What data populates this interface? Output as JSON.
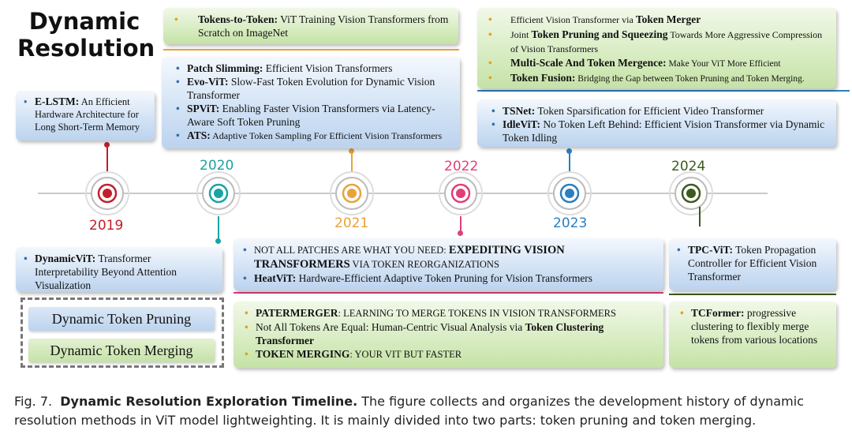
{
  "title": "Dynamic Resolution",
  "years": [
    "2019",
    "2020",
    "2021",
    "2022",
    "2023",
    "2024"
  ],
  "boxes": {
    "top_2020_green": [
      {
        "bold": "Tokens-to-Token:",
        "text": " ViT Training Vision Transformers from Scratch on ImageNet"
      }
    ],
    "top_2020_blue": [
      {
        "bold": "Patch Slimming:",
        "text": "  Efficient Vision Transformers"
      },
      {
        "bold": "Evo-ViT:",
        "text": " Slow-Fast Token Evolution for Dynamic Vision Transformer"
      },
      {
        "bold": "SPViT:",
        "text": " Enabling Faster Vision Transformers via Latency-Aware Soft Token Pruning"
      },
      {
        "bold": "ATS:",
        "text": " Adaptive Token Sampling For Efficient Vision Transformers"
      }
    ],
    "top_2019_blue": [
      {
        "bold": "E-LSTM:",
        "text": " An Efficient Hardware Architecture for Long Short-Term Memory"
      }
    ],
    "top_2023_green": [
      {
        "pre": "Efficient Vision Transformer via ",
        "bold": "Token Merger",
        "text": ""
      },
      {
        "pre": "Joint ",
        "bold": "Token Pruning and Squeezing",
        "text": " Towards More Aggressive Compression of Vision Transformers"
      },
      {
        "pre": "",
        "bold": "Multi-Scale And Token Mergence:",
        "text": " Make Your ViT More Efficient"
      },
      {
        "pre": "",
        "bold": "Token Fusion:",
        "text": " Bridging the Gap between Token Pruning and Token Merging."
      }
    ],
    "top_2023_blue": [
      {
        "bold": "TSNet:",
        "text": " Token Sparsification for Efficient Video Transformer"
      },
      {
        "bold": "IdleViT:",
        "text": " No Token Left Behind: Efficient Vision Transformer via Dynamic Token Idling"
      }
    ],
    "bottom_2020_blue": [
      {
        "bold": "DynamicViT:",
        "text": " Transformer Interpretability Beyond Attention Visualization"
      }
    ],
    "bottom_2022_blue": [
      {
        "pre": "NOT ALL PATCHES ARE WHAT YOU NEED: ",
        "bold": "EXPEDITING VISION TRANSFORMERS",
        "text": " VIA TOKEN REORGANIZATIONS"
      },
      {
        "pre": "",
        "bold": "HeatViT:",
        "text": " Hardware-Efficient Adaptive Token Pruning for Vision Transformers"
      }
    ],
    "bottom_2022_green": [
      {
        "pre": "",
        "bold": "PATERMERGER",
        "text": ": LEARNING TO MERGE TOKENS IN VISION TRANSFORMERS"
      },
      {
        "pre": "Not All Tokens Are Equal: Human-Centric Visual Analysis via ",
        "bold": "Token Clustering Transformer",
        "text": ""
      },
      {
        "pre": "",
        "bold": "TOKEN MERGING",
        "text": ": YOUR VIT BUT FASTER"
      }
    ],
    "bottom_2024_blue": [
      {
        "bold": "TPC-ViT:",
        "text": " Token Propagation Controller for Efficient Vision Transformer"
      }
    ],
    "bottom_2024_green": [
      {
        "bold": "TCFormer:",
        "text": " progressive clustering to flexibly merge tokens from various locations"
      }
    ]
  },
  "legend": {
    "pruning": "Dynamic Token Pruning",
    "merging": "Dynamic Token Merging"
  },
  "caption": {
    "fig": "Fig. 7.",
    "title": "Dynamic Resolution Exploration Timeline.",
    "text": " The figure collects and organizes the development history of dynamic resolution methods in ViT model lightweighting. It is mainly divided into two parts: token pruning and token merging."
  },
  "colors": {
    "2019": "#c0202a",
    "2020": "#1aa3a3",
    "2021": "#e8a33a",
    "2022": "#e0407a",
    "2023": "#2a7fc0",
    "2024": "#3d5a1e",
    "pruning_bg": "#bcd3ee",
    "merging_bg": "#c5e2a6"
  }
}
